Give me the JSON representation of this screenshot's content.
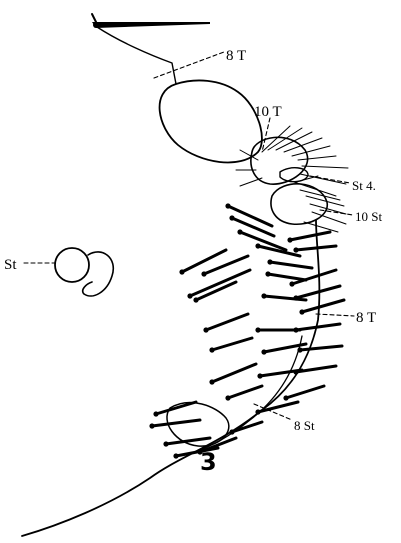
{
  "labels": {
    "t8_top": "8 T",
    "t10": "10 T",
    "st4": "St 4.",
    "st10": "10 St",
    "st_left": "St",
    "t8_mid": "8 T",
    "st8": "8 St"
  },
  "figure_number": "3",
  "colors": {
    "ink": "#000000",
    "paper": "#ffffff"
  }
}
